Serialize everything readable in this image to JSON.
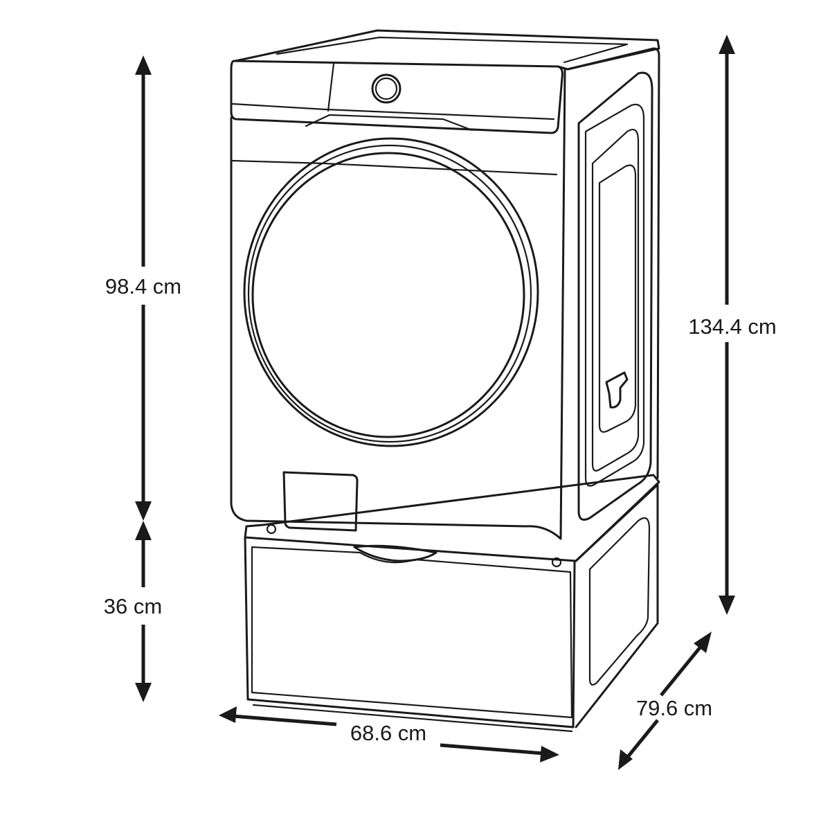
{
  "dimensions": {
    "washer_height": "98.4 cm",
    "pedestal_height": "36 cm",
    "total_height": "134.4 cm",
    "depth": "79.6 cm",
    "width": "68.6 cm"
  },
  "colors": {
    "line": "#1a1a1a",
    "background": "#ffffff"
  }
}
